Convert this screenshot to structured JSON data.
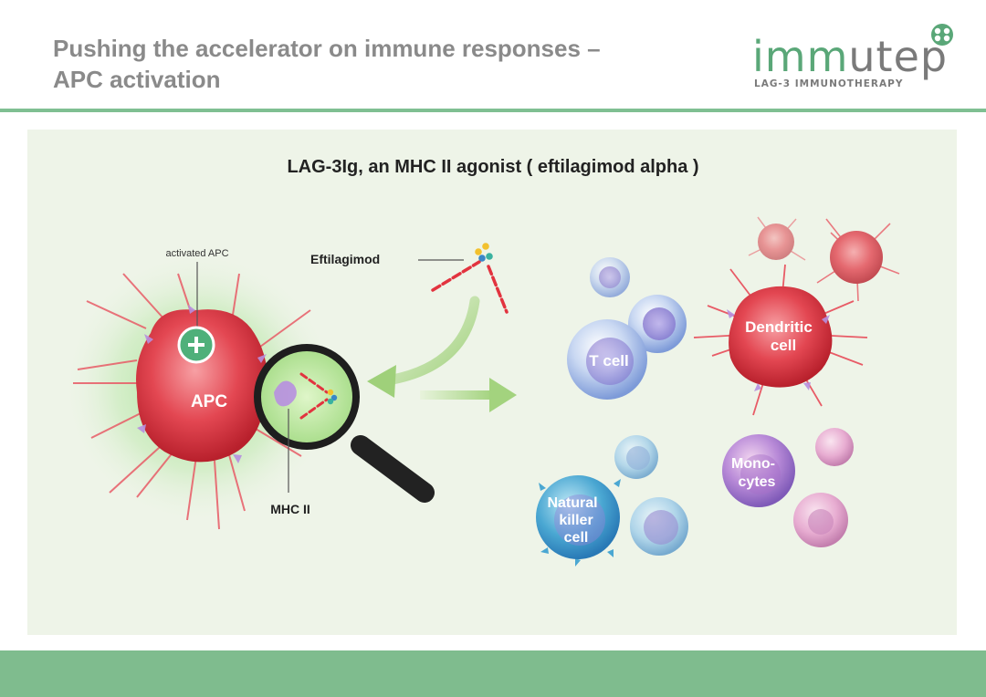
{
  "header": {
    "title_line1": "Pushing the accelerator on immune responses –",
    "title_line2": "APC activation"
  },
  "logo": {
    "word_part1": "imm",
    "word_part2": "utep",
    "tagline": "LAG-3 IMMUNOTHERAPY"
  },
  "diagram": {
    "title": "LAG-3Ig, an MHC II agonist ( eftilagimod alpha )",
    "labels": {
      "activated_apc": "activated APC",
      "eftilagimod": "Eftilagimod",
      "apc": "APC",
      "mhc_ii": "MHC II",
      "t_cell": "T cell",
      "dendritic_line1": "Dendritic",
      "dendritic_line2": "cell",
      "monocytes_line1": "Mono-",
      "monocytes_line2": "cytes",
      "nk_line1": "Natural",
      "nk_line2": "killer",
      "nk_line3": "cell"
    },
    "icons": [
      "plus-icon",
      "magnifier-icon",
      "arrow-icon"
    ]
  },
  "colors": {
    "header_rule": "#7fbf92",
    "footer": "#7fbc8e",
    "panel": "#eef4e8",
    "title_gray": "#8a8a8a",
    "brand_green": "#5aa778"
  }
}
